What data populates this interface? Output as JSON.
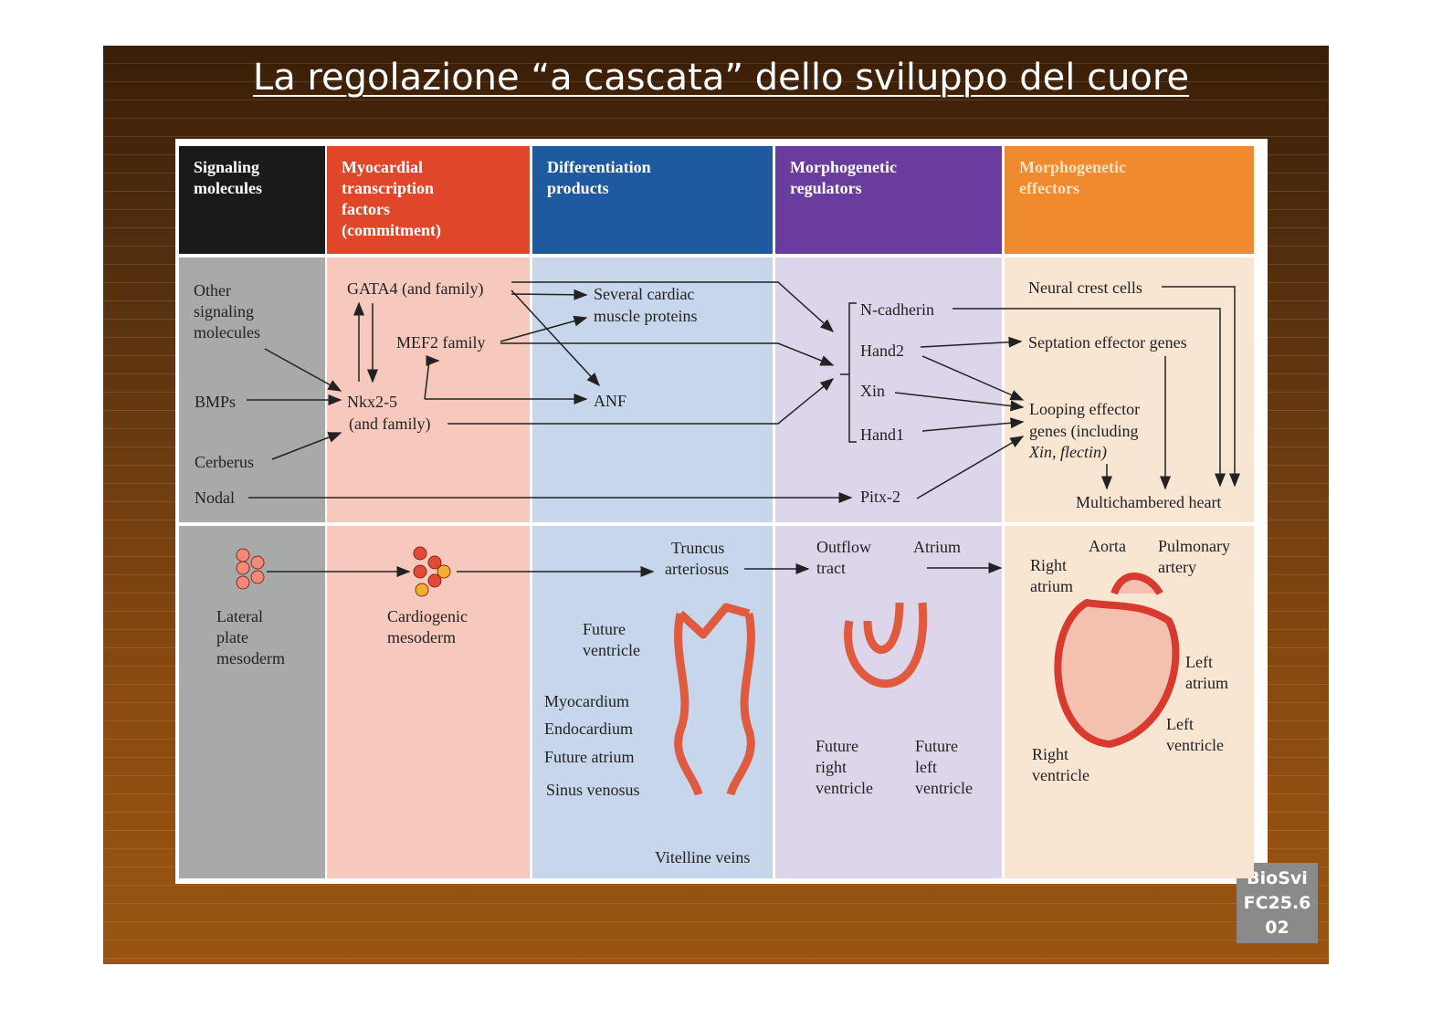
{
  "slide": {
    "title": "La regolazione “a cascata” dello sviluppo del cuore",
    "badge": [
      "BioSvi",
      "FC25.6",
      "02"
    ]
  },
  "headers": [
    "Signaling\nmolecules",
    "Myocardial\ntranscription\nfactors\n(commitment)",
    "Differentiation\nproducts",
    "Morphogenetic\nregulators",
    "Morphogenetic\neffectors"
  ],
  "colors": {
    "h1": "#1a1a1a",
    "h2": "#e0472a",
    "h3": "#1f5aa0",
    "h4": "#6a3c9e",
    "h5": "#f08a2e",
    "c1": "#a7aaa8",
    "c2": "#f7c9bd",
    "c3": "#c7d6ea",
    "c4": "#ddd5ea",
    "c5": "#f8e6d3"
  },
  "signaling": {
    "other": "Other\nsignaling\nmolecules",
    "bmps": "BMPs",
    "cerberus": "Cerberus",
    "nodal": "Nodal"
  },
  "factors": {
    "gata4": "GATA4 (and family)",
    "mef2": "MEF2 family",
    "nkx": "Nkx2-5",
    "nkx_family": "(and family)"
  },
  "products": {
    "several": "Several cardiac",
    "muscle": "muscle proteins",
    "anf": "ANF"
  },
  "regulators": {
    "ncad": "N-cadherin",
    "hand2": "Hand2",
    "xin": "Xin",
    "hand1": "Hand1",
    "pitx": "Pitx-2"
  },
  "effectors": {
    "neural": "Neural crest cells",
    "septation": "Septation effector genes",
    "looping1": "Looping effector",
    "looping2": "genes (including",
    "looping3": "Xin, flectin)",
    "heart": "Multichambered heart"
  },
  "bottom": {
    "lateral": [
      "Lateral",
      "plate",
      "mesoderm"
    ],
    "cardiogenic": [
      "Cardiogenic",
      "mesoderm"
    ],
    "truncus": [
      "Truncus",
      "arteriosus"
    ],
    "future_ventricle": [
      "Future",
      "ventricle"
    ],
    "myocardium": "Myocardium",
    "endocardium": "Endocardium",
    "future_atrium": "Future atrium",
    "sinus": "Sinus venosus",
    "vitelline": "Vitelline veins",
    "outflow": [
      "Outflow",
      "tract"
    ],
    "atrium": "Atrium",
    "frv": [
      "Future",
      "right",
      "ventricle"
    ],
    "flv": [
      "Future",
      "left",
      "ventricle"
    ],
    "aorta": "Aorta",
    "pulmonary": [
      "Pulmonary",
      "artery"
    ],
    "right_atrium": [
      "Right",
      "atrium"
    ],
    "left_atrium": [
      "Left",
      "atrium"
    ],
    "left_ventricle": [
      "Left",
      "ventricle"
    ],
    "right_ventricle": [
      "Right",
      "ventricle"
    ]
  }
}
